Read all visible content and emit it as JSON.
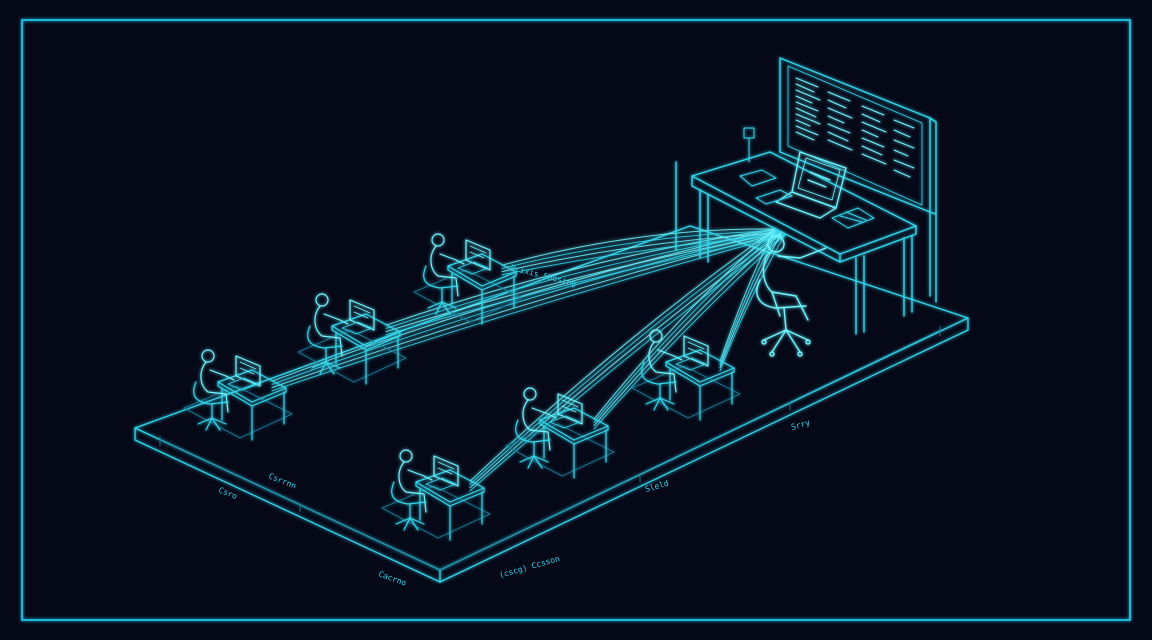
{
  "colors": {
    "background": "#050817",
    "frame": "#1fb8d6",
    "line": "#32d6ec",
    "glow": "#6ff5ff",
    "dim": "#1f7f9a"
  },
  "labels": [
    {
      "id": "lbl-network",
      "text": "Prixis Sbosing"
    },
    {
      "id": "lbl-a",
      "text": "Csro"
    },
    {
      "id": "lbl-b",
      "text": "Csrrnn"
    },
    {
      "id": "lbl-c",
      "text": "Sleld"
    },
    {
      "id": "lbl-d",
      "text": "(cscg) Ccsson"
    },
    {
      "id": "lbl-e",
      "text": "Cacrno"
    },
    {
      "id": "lbl-f",
      "text": "Srry"
    }
  ]
}
